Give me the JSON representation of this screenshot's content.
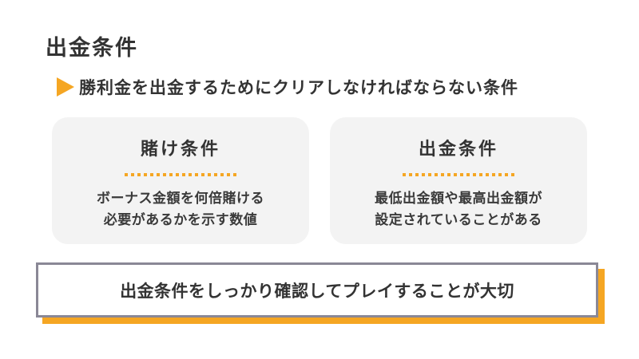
{
  "header": {
    "title": "出金条件",
    "subtitle": "勝利金を出金するためにクリアしなければならない条件",
    "subtitle_icon": "triangle-right-icon"
  },
  "cards": [
    {
      "title": "賭け条件",
      "desc_line1": "ボーナス金額を何倍賭ける",
      "desc_line2": "必要があるかを示す数値"
    },
    {
      "title": "出金条件",
      "desc_line1": "最低出金額や最高出金額が",
      "desc_line2": "設定されていることがある"
    }
  ],
  "callout": {
    "text": "出金条件をしっかり確認してプレイすることが大切"
  },
  "colors": {
    "accent": "#f5a623",
    "card_bg": "#f3f3f3",
    "border": "#8a8896",
    "text": "#333333"
  }
}
